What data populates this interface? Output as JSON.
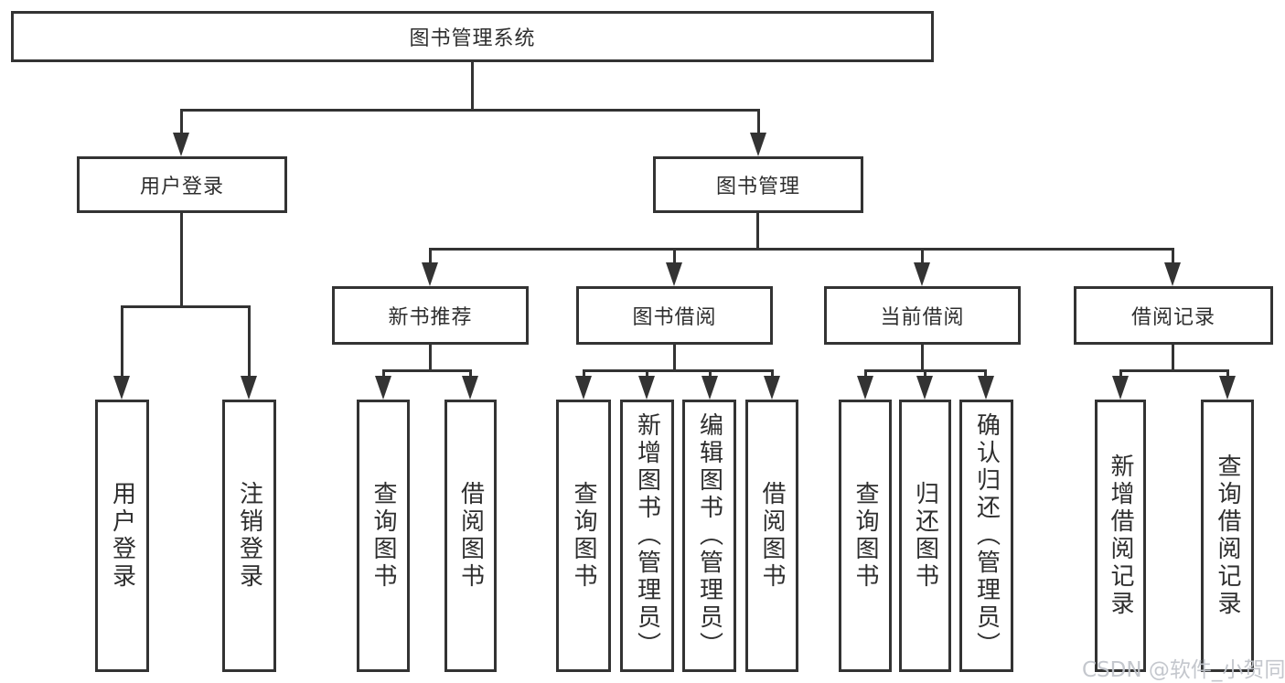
{
  "tree": {
    "root": {
      "label": "图书管理系统"
    },
    "branches": [
      {
        "label": "用户登录",
        "children": [
          {
            "label": "用户登录"
          },
          {
            "label": "注销登录"
          }
        ]
      },
      {
        "label": "图书管理",
        "children": [
          {
            "label": "新书推荐",
            "children": [
              {
                "label": "查询图书"
              },
              {
                "label": "借阅图书"
              }
            ]
          },
          {
            "label": "图书借阅",
            "children": [
              {
                "label": "查询图书"
              },
              {
                "label": "新增图书（管理员）"
              },
              {
                "label": "编辑图书（管理员）"
              },
              {
                "label": "借阅图书"
              }
            ]
          },
          {
            "label": "当前借阅",
            "children": [
              {
                "label": "查询图书"
              },
              {
                "label": "归还图书"
              },
              {
                "label": "确认归还（管理员）"
              }
            ]
          },
          {
            "label": "借阅记录",
            "children": [
              {
                "label": "新增借阅记录"
              },
              {
                "label": "查询借阅记录"
              }
            ]
          }
        ]
      }
    ]
  },
  "watermark": "CSDN @软件_小贺同学",
  "colors": {
    "line": "#333333",
    "box_border": "#333333",
    "text": "#2e2e2e",
    "watermark": "#c1c4ca",
    "background": "#ffffff"
  }
}
